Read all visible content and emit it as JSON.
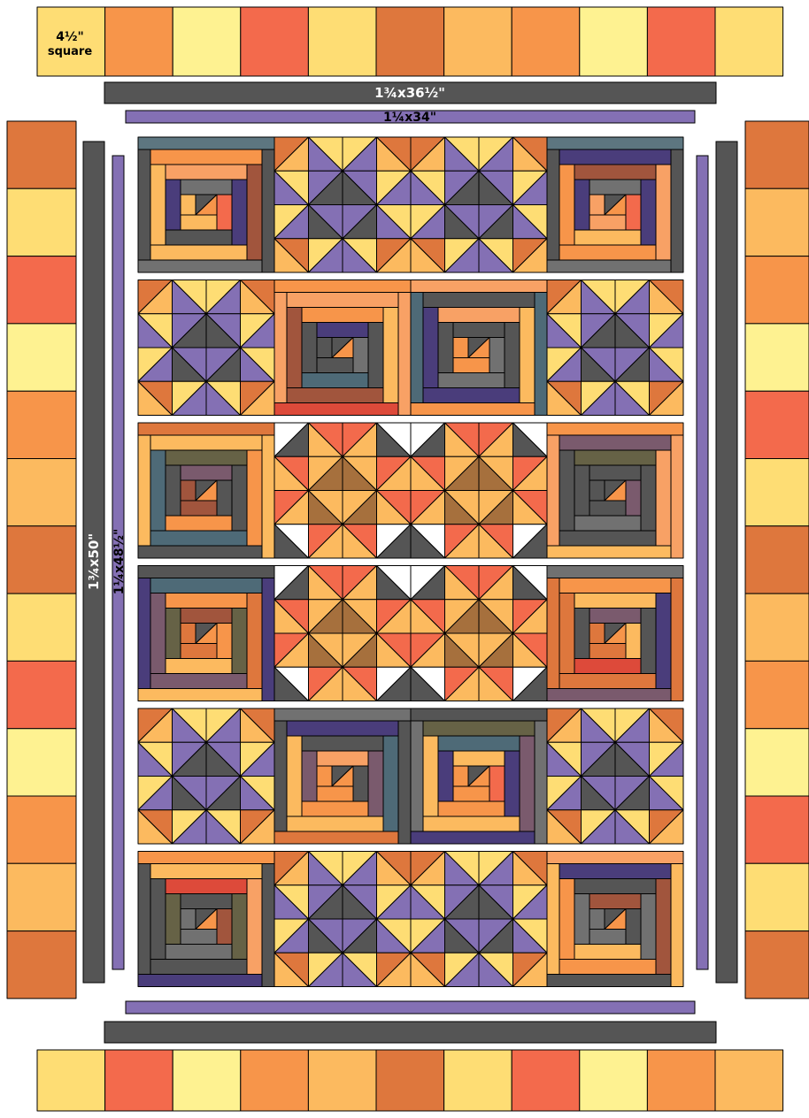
{
  "colors": {
    "orange": "#f7954a",
    "burnt": "#de773d",
    "lightYellow": "#fef291",
    "yellow": "#fedd74",
    "gold": "#fcba5f",
    "coral": "#f36a4c",
    "red": "#dd4a3a",
    "peach": "#f8a165",
    "darkGray": "#555555",
    "midGray": "#717171",
    "slate": "#4e6a77",
    "slate2": "#5d7680",
    "purple": "#8470b4",
    "navy": "#4a3d7b",
    "mauve": "#7a5a6d",
    "olive": "#666246",
    "brown": "#a6703d",
    "rust": "#a1553d",
    "white": "#ffffff",
    "outline": "#000000"
  },
  "labels": {
    "corner_square": [
      "4½\"",
      "square"
    ],
    "top_dark_strip": "1¾x36½\"",
    "top_purple_strip": "1¼x34\"",
    "left_dark_strip": "1¾x50\"",
    "left_purple_strip": "1¼x48½\""
  },
  "borders": {
    "top_squares": [
      "corner",
      "orange",
      "lightYellow",
      "coral",
      "yellow",
      "burnt",
      "gold",
      "orange",
      "lightYellow",
      "coral",
      "yellow"
    ],
    "bottom_squares": [
      "yellow",
      "coral",
      "lightYellow",
      "orange",
      "gold",
      "burnt",
      "yellow",
      "coral",
      "lightYellow",
      "orange",
      "gold"
    ],
    "left_squares": [
      "burnt",
      "yellow",
      "coral",
      "lightYellow",
      "orange",
      "gold",
      "burnt",
      "yellow",
      "coral",
      "lightYellow",
      "orange",
      "gold",
      "burnt"
    ],
    "right_squares": [
      "burnt",
      "gold",
      "orange",
      "lightYellow",
      "coral",
      "yellow",
      "burnt",
      "gold",
      "orange",
      "lightYellow",
      "coral",
      "yellow",
      "burnt"
    ]
  },
  "rows": [
    [
      "log",
      "star-purple",
      "star-purple",
      "log"
    ],
    [
      "star-purple",
      "log",
      "log",
      "star-purple"
    ],
    [
      "log",
      "star-brown",
      "star-brown",
      "log"
    ],
    [
      "log",
      "star-brown",
      "star-brown",
      "log"
    ],
    [
      "star-purple",
      "log",
      "log",
      "star-purple"
    ],
    [
      "log",
      "star-purple",
      "star-purple",
      "log"
    ]
  ],
  "log_block_colors": [
    [
      "slate2",
      "darkGray",
      "midGray",
      "orange",
      "rust",
      "gold",
      "peach",
      "navy",
      "darkGray",
      "midGray",
      "coral",
      "gold"
    ],
    [
      "slate2",
      "darkGray",
      "midGray",
      "navy",
      "peach",
      "orange",
      "rust",
      "navy",
      "gold",
      "midGray",
      "coral",
      "peach"
    ],
    [
      "orange",
      "peach",
      "red",
      "peach",
      "gold",
      "rust",
      "orange",
      "darkGray",
      "slate",
      "navy",
      "midGray",
      "darkGray"
    ],
    [
      "peach",
      "slate",
      "orange",
      "darkGray",
      "gold",
      "navy",
      "peach",
      "darkGray",
      "midGray",
      "darkGray",
      "midGray",
      "orange"
    ],
    [
      "burnt",
      "gold",
      "darkGray",
      "gold",
      "orange",
      "slate",
      "olive",
      "darkGray",
      "orange",
      "mauve",
      "darkGray",
      "rust"
    ],
    [
      "orange",
      "peach",
      "gold",
      "mauve",
      "peach",
      "darkGray",
      "olive",
      "darkGray",
      "midGray",
      "darkGray",
      "mauve",
      "darkGray"
    ],
    [
      "darkGray",
      "navy",
      "gold",
      "slate",
      "burnt",
      "mauve",
      "orange",
      "olive",
      "gold",
      "rust",
      "orange",
      "burnt"
    ],
    [
      "midGray",
      "burnt",
      "mauve",
      "orange",
      "navy",
      "burnt",
      "gold",
      "darkGray",
      "red",
      "mauve",
      "gold",
      "burnt"
    ],
    [
      "midGray",
      "darkGray",
      "burnt",
      "navy",
      "slate",
      "gold",
      "darkGray",
      "mauve",
      "orange",
      "peach",
      "darkGray",
      "orange"
    ],
    [
      "darkGray",
      "midGray",
      "navy",
      "olive",
      "mauve",
      "gold",
      "slate",
      "navy",
      "orange",
      "gold",
      "coral",
      "orange"
    ],
    [
      "orange",
      "darkGray",
      "navy",
      "gold",
      "peach",
      "darkGray",
      "red",
      "olive",
      "midGray",
      "darkGray",
      "rust",
      "midGray"
    ],
    [
      "peach",
      "gold",
      "darkGray",
      "navy",
      "rust",
      "orange",
      "darkGray",
      "midGray",
      "gold",
      "rust",
      "darkGray",
      "midGray"
    ]
  ],
  "star_colors": {
    "star-purple": [
      "purple",
      "darkGray",
      "burnt",
      "yellow",
      "gold"
    ],
    "star-brown": [
      "gold",
      "brown",
      "white",
      "coral",
      "darkGray"
    ]
  }
}
